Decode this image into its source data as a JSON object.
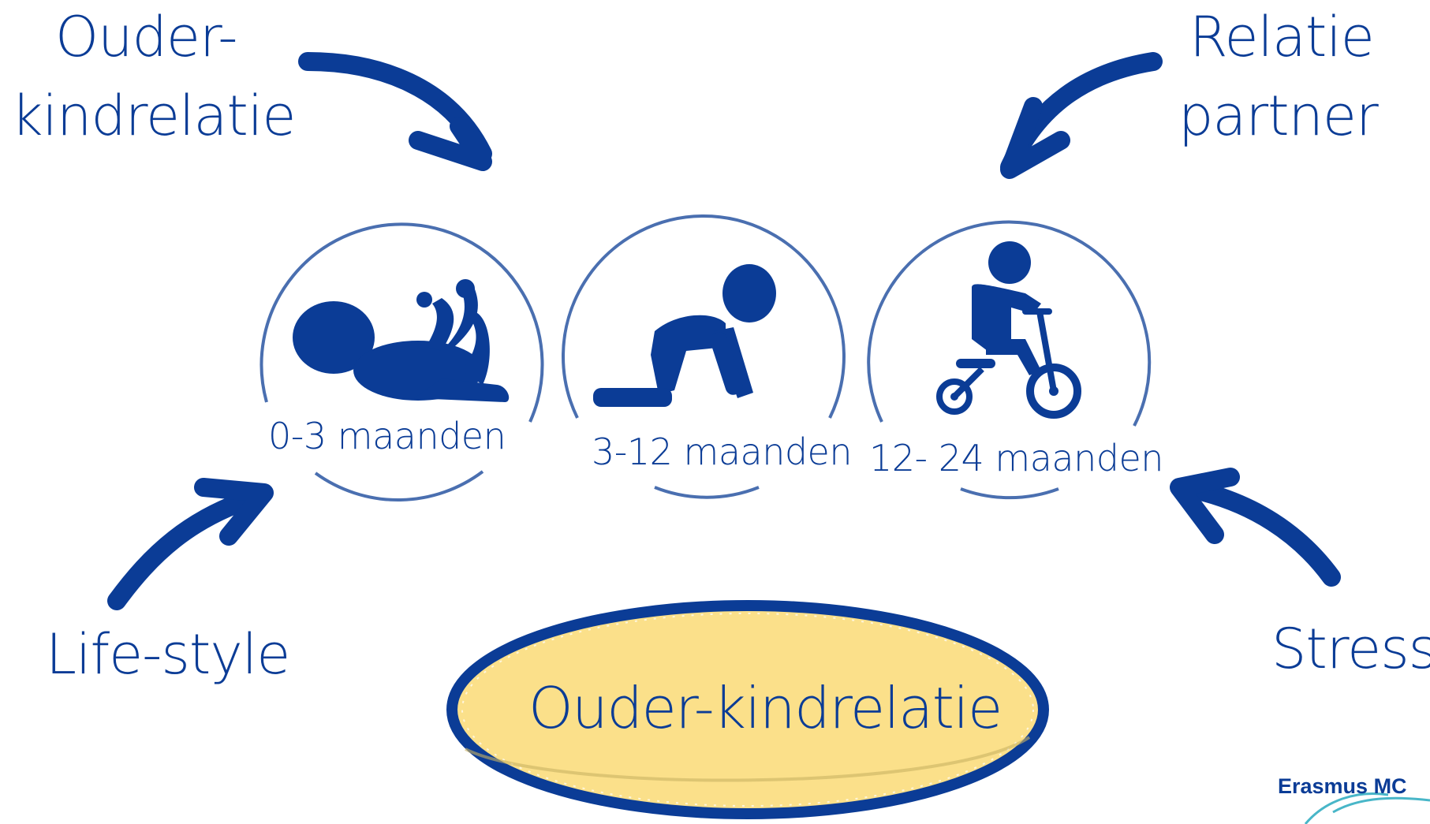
{
  "influences": {
    "top_left": [
      "Ouder-",
      "kindrelatie"
    ],
    "top_right": [
      "Relatie",
      "partner"
    ],
    "bottom_left": "Life-style",
    "bottom_right": "Stress"
  },
  "stages": [
    {
      "label": "0-3 maanden",
      "icon": "baby-lying-icon"
    },
    {
      "label": "3-12 maanden",
      "icon": "crawling-baby-icon"
    },
    {
      "label": "12- 24 maanden",
      "icon": "toddler-balance-bike-icon"
    }
  ],
  "center": {
    "label": "Ouder-kindrelatie"
  },
  "logo": {
    "text": "Erasmus MC"
  },
  "colors": {
    "primary": "#0b3c96",
    "circle_stroke": "#4a6fb0",
    "ellipse_fill": "#fbe08a",
    "ellipse_stroke": "#0b3c96"
  }
}
